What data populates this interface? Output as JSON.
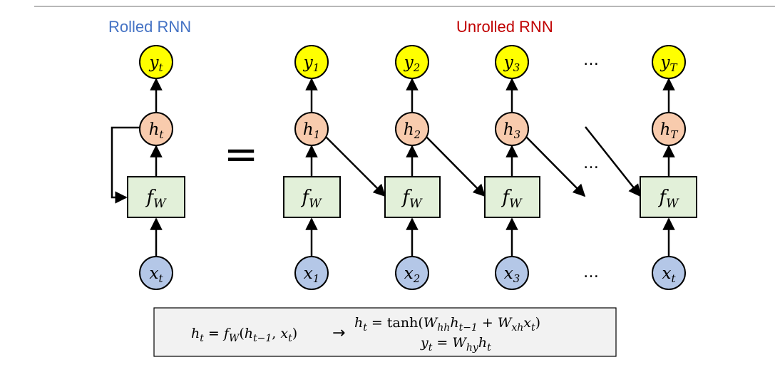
{
  "titles": {
    "rolled": "Rolled RNN",
    "unrolled": "Unrolled RNN",
    "rolled_color": "#4472c4",
    "unrolled_color": "#c00000"
  },
  "equals_sign": "=",
  "ellipsis": "…",
  "colors": {
    "output_node": "#ffff00",
    "hidden_node": "#f8cbad",
    "input_node": "#b4c7e7",
    "function_box": "#e2f0d9",
    "equation_box": "#f2f2f2"
  },
  "rolled": {
    "output": {
      "base": "y",
      "sub": "t"
    },
    "hidden": {
      "base": "h",
      "sub": "t"
    },
    "function": {
      "base": "f",
      "sub": "W"
    },
    "input": {
      "base": "x",
      "sub": "t"
    }
  },
  "unrolled": [
    {
      "output": {
        "base": "y",
        "sub": "1"
      },
      "hidden": {
        "base": "h",
        "sub": "1"
      },
      "function": {
        "base": "f",
        "sub": "W"
      },
      "input": {
        "base": "x",
        "sub": "1"
      }
    },
    {
      "output": {
        "base": "y",
        "sub": "2"
      },
      "hidden": {
        "base": "h",
        "sub": "2"
      },
      "function": {
        "base": "f",
        "sub": "W"
      },
      "input": {
        "base": "x",
        "sub": "2"
      }
    },
    {
      "output": {
        "base": "y",
        "sub": "3"
      },
      "hidden": {
        "base": "h",
        "sub": "3"
      },
      "function": {
        "base": "f",
        "sub": "W"
      },
      "input": {
        "base": "x",
        "sub": "3"
      }
    },
    {
      "output": {
        "base": "y",
        "sub": "T"
      },
      "hidden": {
        "base": "h",
        "sub": "T"
      },
      "function": {
        "base": "f",
        "sub": "W"
      },
      "input": {
        "base": "x",
        "sub": "t"
      }
    }
  ],
  "equations": {
    "left": {
      "h": "h",
      "h_sub": "t",
      "eq": " = ",
      "f": "f",
      "f_sub": "W",
      "open": "(",
      "h2": "h",
      "h2_sub": "t−1",
      "comma": ", ",
      "x": "x",
      "x_sub": "t",
      "close": ")"
    },
    "arrow": "→",
    "right1": {
      "h": "h",
      "h_sub": "t",
      "eq": " = tanh(",
      "W1": "W",
      "W1_sub": "hh",
      "h2": "h",
      "h2_sub": "t−1",
      "plus": " + ",
      "W2": "W",
      "W2_sub": "xh",
      "x": "x",
      "x_sub": "t",
      "close": ")"
    },
    "right2": {
      "y": "y",
      "y_sub": "t",
      "eq": " = ",
      "W": "W",
      "W_sub": "hy",
      "h": "h",
      "h_sub": "t"
    }
  }
}
